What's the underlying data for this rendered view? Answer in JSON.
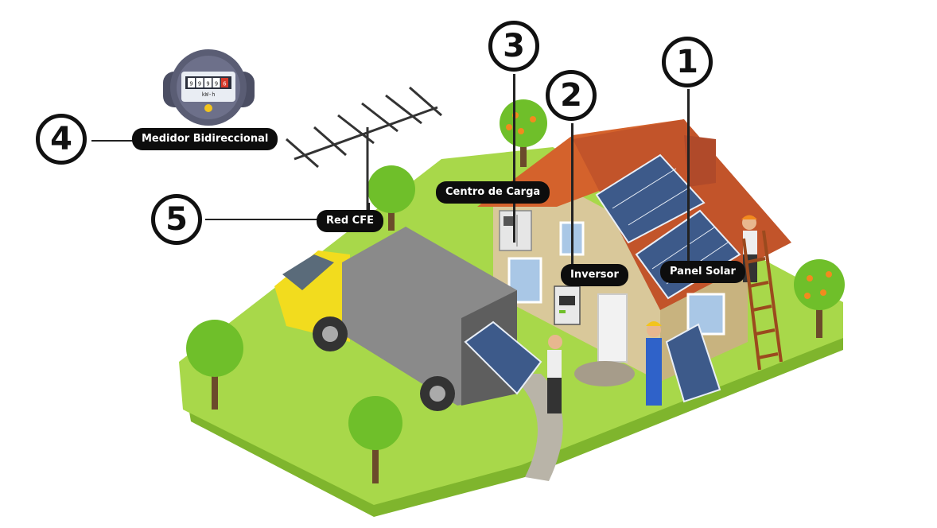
{
  "callouts": [
    {
      "number": "1",
      "label": "Panel Solar"
    },
    {
      "number": "2",
      "label": "Inversor"
    },
    {
      "number": "3",
      "label": "Centro de Carga"
    },
    {
      "number": "4",
      "label": "Medidor Bidireccional"
    },
    {
      "number": "5",
      "label": "Red CFE"
    }
  ],
  "meter": {
    "digits": [
      "9",
      "9",
      "9",
      "9",
      "6"
    ],
    "unit": "kW-h"
  },
  "colors": {
    "grass": "#a8d84a",
    "grass_edge": "#7fb52d",
    "roof": "#d4622c",
    "wall": "#d9c89a",
    "truck_cab": "#f2dc1e",
    "truck_box": "#8a8a8a",
    "panel": "#3d5a8a",
    "tree": "#6fbf2a",
    "callout": "#0d0d0d"
  }
}
